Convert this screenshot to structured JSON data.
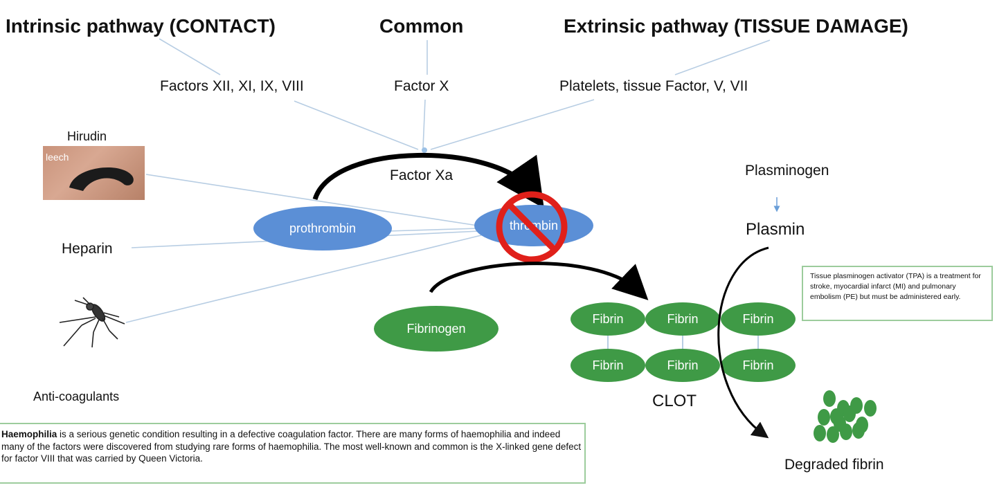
{
  "headings": {
    "intrinsic": "Intrinsic pathway (CONTACT)",
    "common": "Common",
    "extrinsic": "Extrinsic pathway (TISSUE DAMAGE)"
  },
  "factors": {
    "intrinsic": "Factors XII, XI, IX, VIII",
    "common": "Factor X",
    "extrinsic": "Platelets, tissue Factor, V, VII"
  },
  "cascade": {
    "factor_xa": "Factor Xa",
    "prothrombin": "prothrombin",
    "thrombin": "thrombin",
    "fibrinogen": "Fibrinogen",
    "fibrin": "Fibrin",
    "clot": "CLOT",
    "plasminogen": "Plasminogen",
    "plasmin": "Plasmin",
    "degraded_fibrin": "Degraded fibrin"
  },
  "anticoagulants": {
    "hirudin": "Hirudin",
    "leech_label": "leech",
    "heparin": "Heparin",
    "anti_coagulants": "Anti-coagulants"
  },
  "tpa_note": "Tissue plasminogen activator (TPA) is a treatment for stroke, myocardial infarct (MI) and pulmonary embolism (PE) but must be administered early.",
  "haemophilia_note": {
    "bold": "Haemophilia",
    "text": " is a serious genetic condition resulting in a defective coagulation factor.  There are many forms of haemophilia and indeed many of the factors were discovered from studying rare forms of haemophilia.  The most well-known and common is the X-linked gene defect for factor VIII that was carried by Queen Victoria."
  },
  "colors": {
    "blue_ellipse": "#5b8fd6",
    "green_ellipse": "#3f9a46",
    "connector": "#b7cde3",
    "prohibition": "#e0201a",
    "box_border": "#9ccc9c"
  }
}
